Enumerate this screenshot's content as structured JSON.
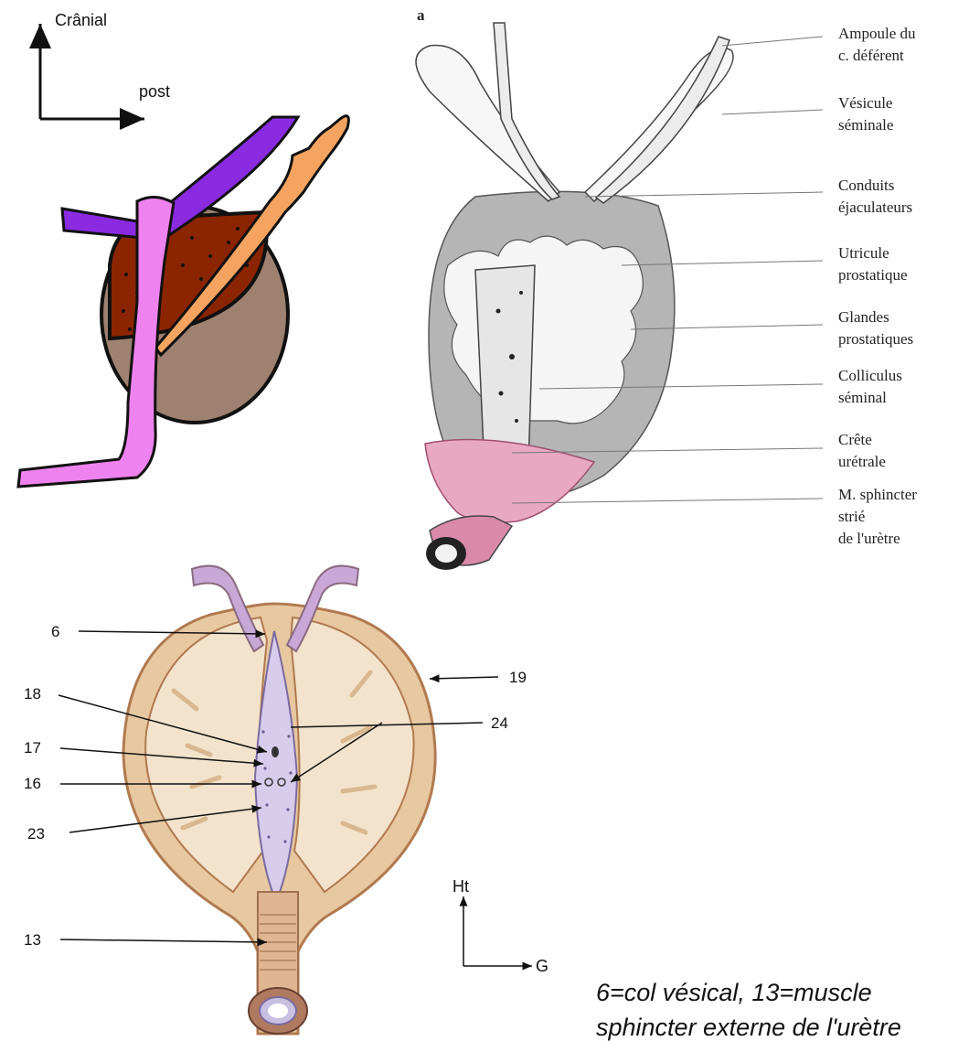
{
  "top_left_diagram": {
    "axis_vertical": "Crânial",
    "axis_horizontal": "post"
  },
  "top_right_diagram": {
    "panel_letter": "a",
    "labels": [
      "Ampoule du",
      "c. déférent",
      "Vésicule",
      "séminale",
      "Conduits",
      "éjaculateurs",
      "Utricule",
      "prostatique",
      "Glandes",
      "prostatiques",
      "Colliculus",
      "séminal",
      "Crête",
      "urétrale",
      "M. sphincter",
      "strié",
      "de l'urètre"
    ]
  },
  "bottom_diagram": {
    "numbers": [
      "6",
      "19",
      "18",
      "24",
      "17",
      "16",
      "23",
      "13"
    ],
    "axis_vertical": "Ht",
    "axis_horizontal": "G"
  },
  "caption": {
    "line1": "6=col vésical, 13=muscle",
    "line2": "sphincter externe de l'urètre"
  },
  "colors": {
    "purple": "#8a2be2",
    "pink": "#ee82ee",
    "orange": "#f4a460",
    "dark_red": "#8b2500",
    "brown": "#9e8170",
    "gray": "#b5b5b5",
    "tan": "#f0e0c8",
    "lavender": "#d8ccec"
  }
}
